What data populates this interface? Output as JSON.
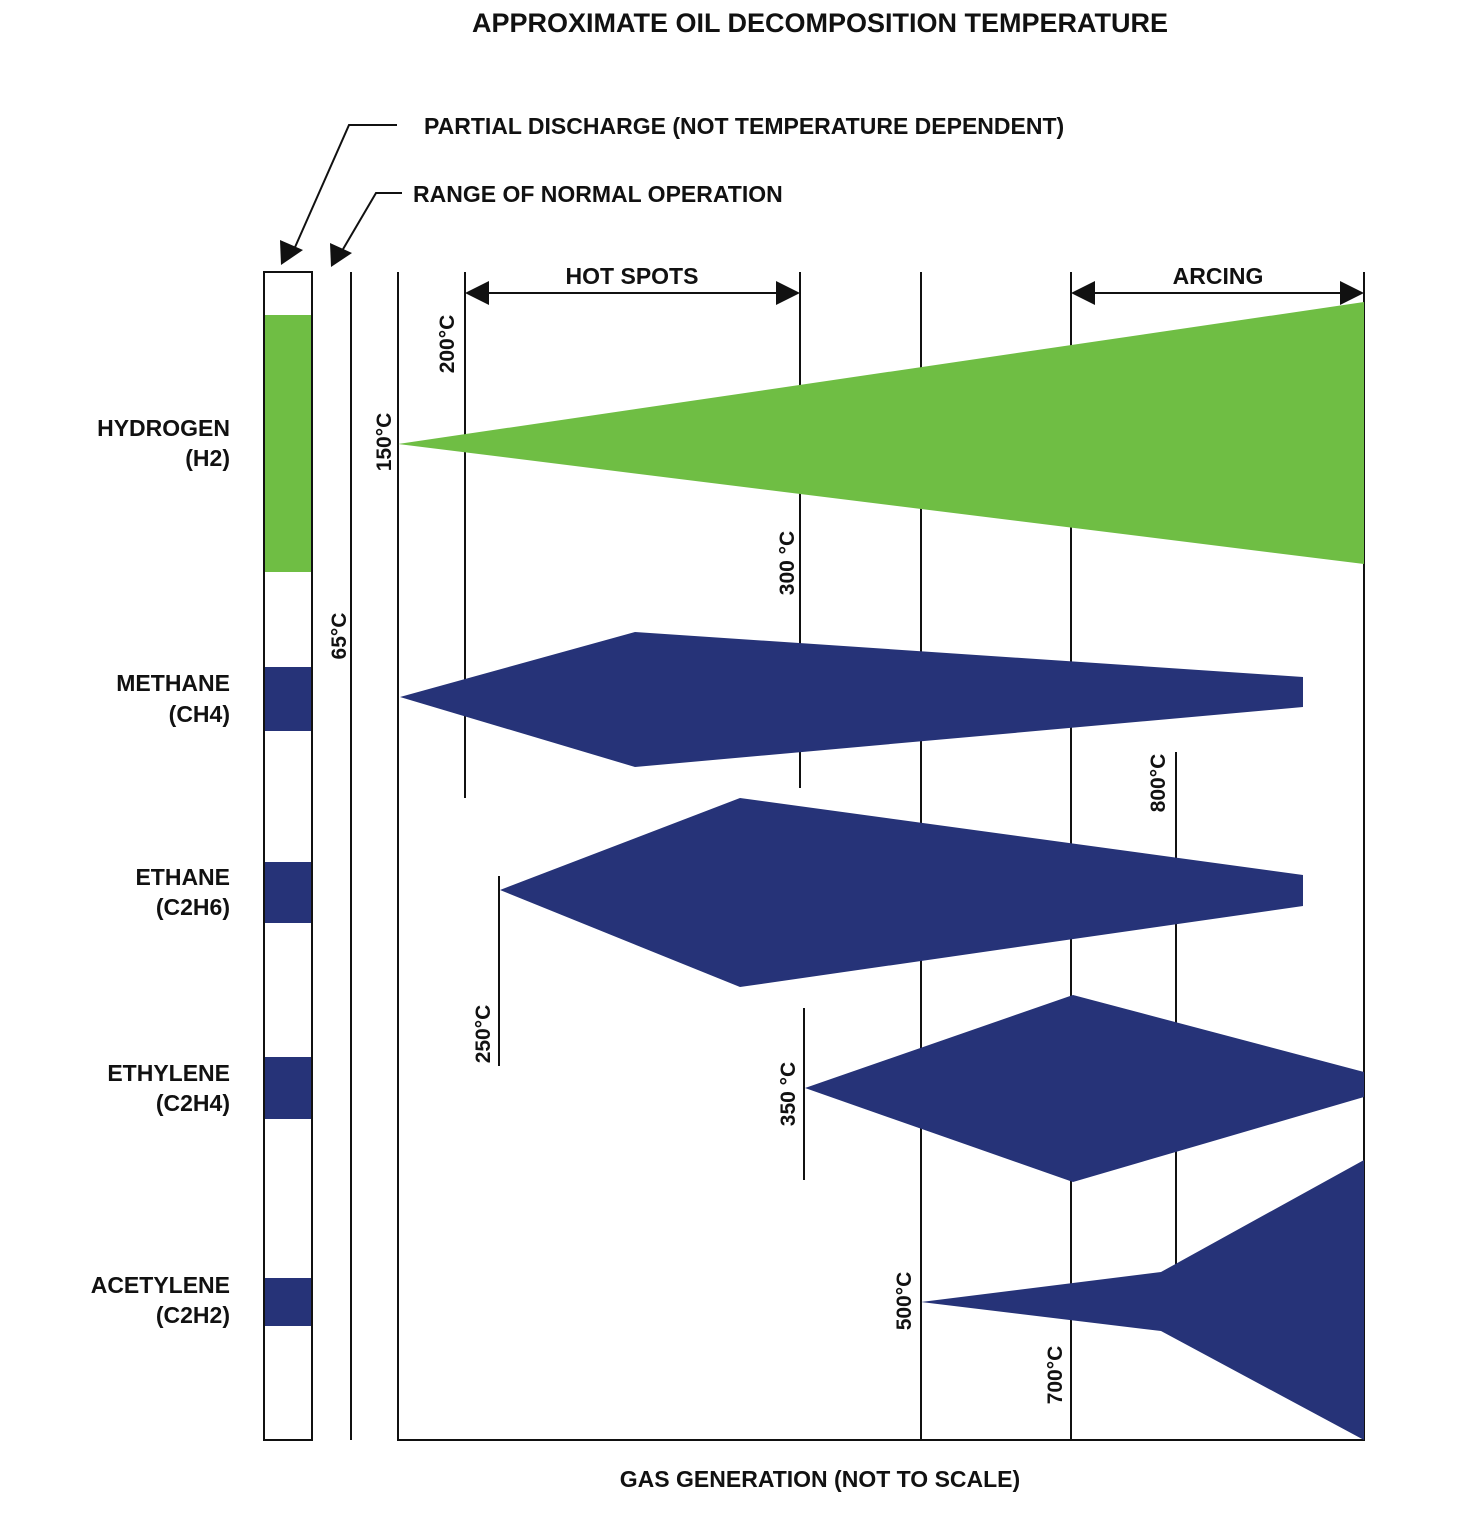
{
  "title": "APPROXIMATE OIL DECOMPOSITION TEMPERATURE",
  "callouts": {
    "partial_discharge": "PARTIAL DISCHARGE (NOT TEMPERATURE DEPENDENT)",
    "normal_operation": "RANGE OF NORMAL OPERATION"
  },
  "ranges": {
    "hot_spots": "HOT SPOTS",
    "arcing": "ARCING"
  },
  "x_axis_label": "GAS GENERATION (NOT TO SCALE)",
  "gases": [
    {
      "name": "HYDROGEN",
      "formula": "(H2)"
    },
    {
      "name": "METHANE",
      "formula": "(CH4)"
    },
    {
      "name": "ETHANE",
      "formula": "(C2H6)"
    },
    {
      "name": "ETHYLENE",
      "formula": "(C2H4)"
    },
    {
      "name": "ACETYLENE",
      "formula": "(C2H2)"
    }
  ],
  "temperatures": {
    "t65": "65°C",
    "t150": "150°C",
    "t200": "200°C",
    "t250": "250°C",
    "t300": "300 °C",
    "t350": "350 °C",
    "t500": "500°C",
    "t700": "700°C",
    "t800": "800°C"
  },
  "colors": {
    "hydrogen": "#6fbe44",
    "hydrocarbons": "#263378",
    "lines": "#111111"
  }
}
